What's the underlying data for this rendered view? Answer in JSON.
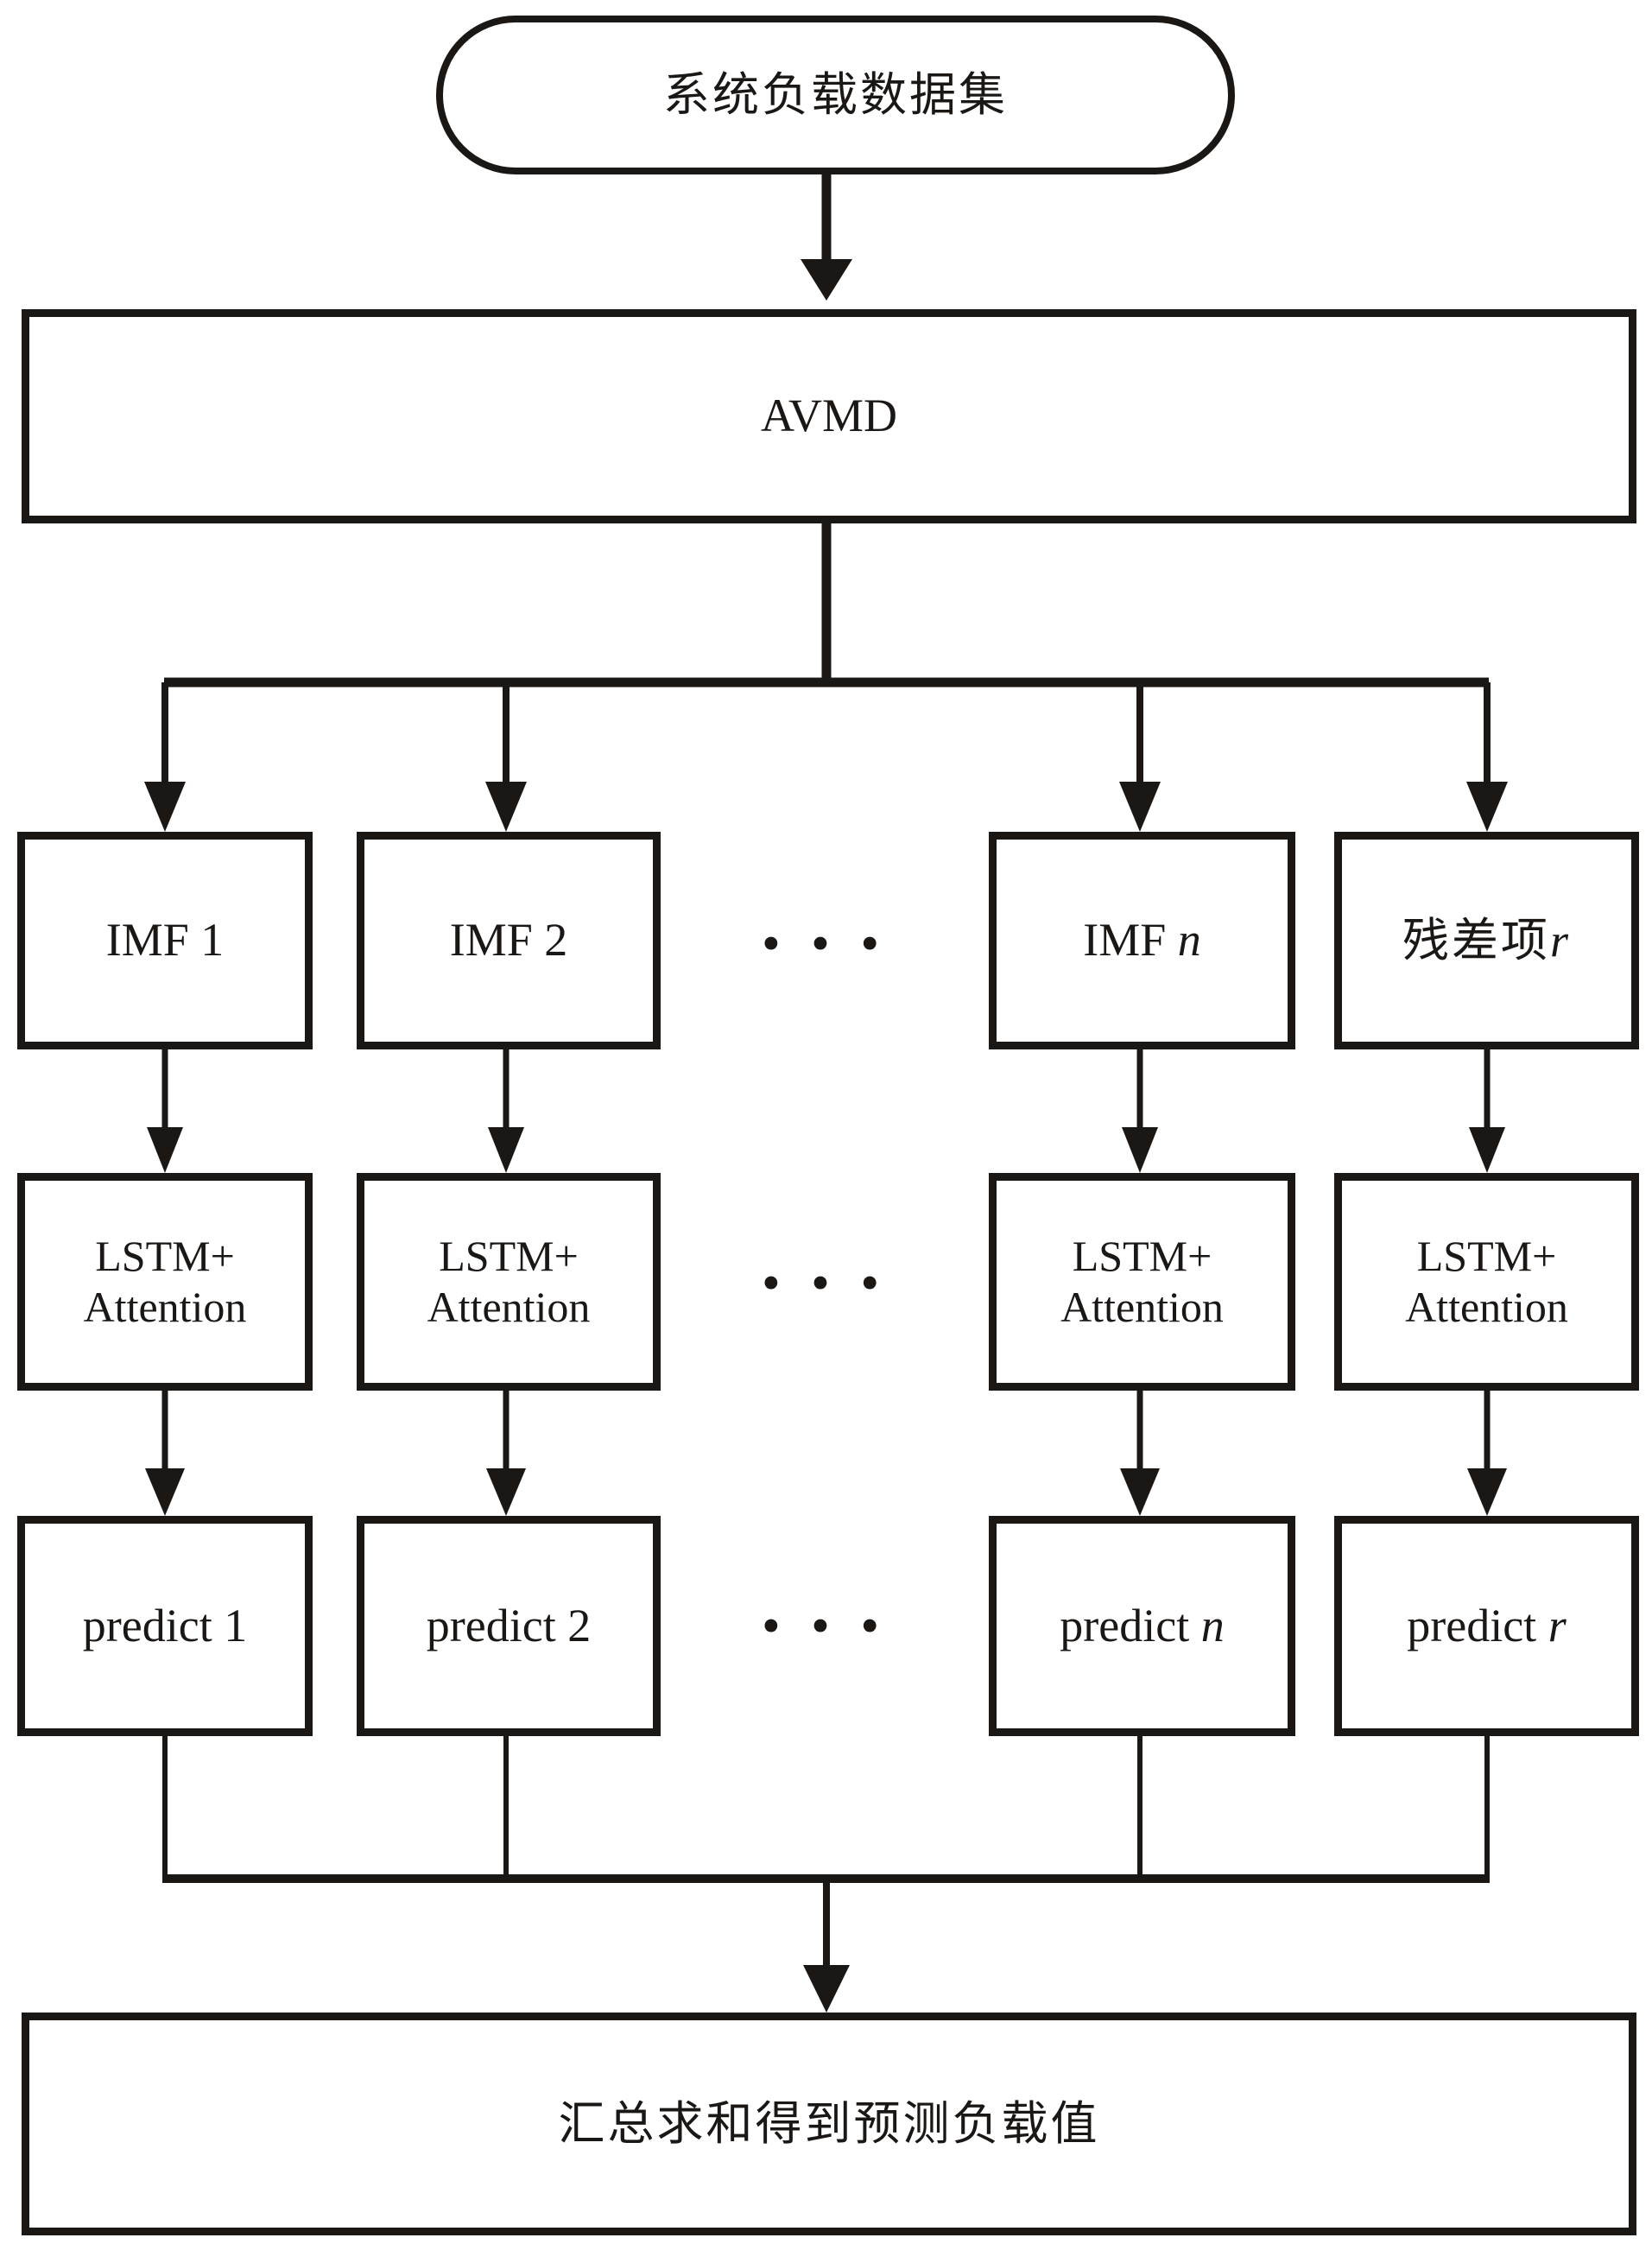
{
  "diagram": {
    "title_node": {
      "label": "系统负载数据集",
      "shape": "rounded-capsule"
    },
    "decomposition_node": {
      "label": "AVMD",
      "shape": "rectangle"
    },
    "aggregate_node": {
      "label": "汇总求和得到预测负载值",
      "shape": "rectangle"
    },
    "ellipsis": "• • •",
    "ellipsis_rows": [
      {
        "row": "component-row"
      },
      {
        "row": "model-row"
      },
      {
        "row": "predict-row"
      }
    ],
    "columns": [
      {
        "component": "IMF 1",
        "component_plain": "IMF 1",
        "component_italic": "",
        "model_line1": "LSTM+",
        "model_line2": "Attention",
        "predict_plain": "predict 1",
        "predict_italic": ""
      },
      {
        "component": "IMF 2",
        "component_plain": "IMF 2",
        "component_italic": "",
        "model_line1": "LSTM+",
        "model_line2": "Attention",
        "predict_plain": "predict 2",
        "predict_italic": ""
      },
      {
        "component": "IMF n",
        "component_plain": "IMF ",
        "component_italic": "n",
        "model_line1": "LSTM+",
        "model_line2": "Attention",
        "predict_plain": "predict ",
        "predict_italic": "n"
      },
      {
        "component": "残差项r",
        "component_plain": "残差项",
        "component_italic": "r",
        "model_line1": "LSTM+",
        "model_line2": "Attention",
        "predict_plain": "predict ",
        "predict_italic": "r"
      }
    ],
    "colors": {
      "stroke": "#1b1715",
      "background": "#ffffff",
      "text": "#1b1715"
    },
    "connectors": [
      {
        "name": "dataset-to-avmd",
        "type": "arrow-down"
      },
      {
        "name": "avmd-to-branch-bus",
        "type": "bus-split"
      },
      {
        "name": "branch-to-imf-1",
        "type": "arrow-down"
      },
      {
        "name": "branch-to-imf-2",
        "type": "arrow-down"
      },
      {
        "name": "branch-to-imf-n",
        "type": "arrow-down"
      },
      {
        "name": "branch-to-residual",
        "type": "arrow-down"
      },
      {
        "name": "imf-1-to-model-1",
        "type": "arrow-down"
      },
      {
        "name": "imf-2-to-model-2",
        "type": "arrow-down"
      },
      {
        "name": "imf-n-to-model-n",
        "type": "arrow-down"
      },
      {
        "name": "residual-to-model-r",
        "type": "arrow-down"
      },
      {
        "name": "model-1-to-predict-1",
        "type": "arrow-down"
      },
      {
        "name": "model-2-to-predict-2",
        "type": "arrow-down"
      },
      {
        "name": "model-n-to-predict-n",
        "type": "arrow-down"
      },
      {
        "name": "model-r-to-predict-r",
        "type": "arrow-down"
      },
      {
        "name": "predicts-to-merge-bus",
        "type": "bus-merge"
      },
      {
        "name": "merge-to-aggregate",
        "type": "arrow-down"
      }
    ]
  }
}
